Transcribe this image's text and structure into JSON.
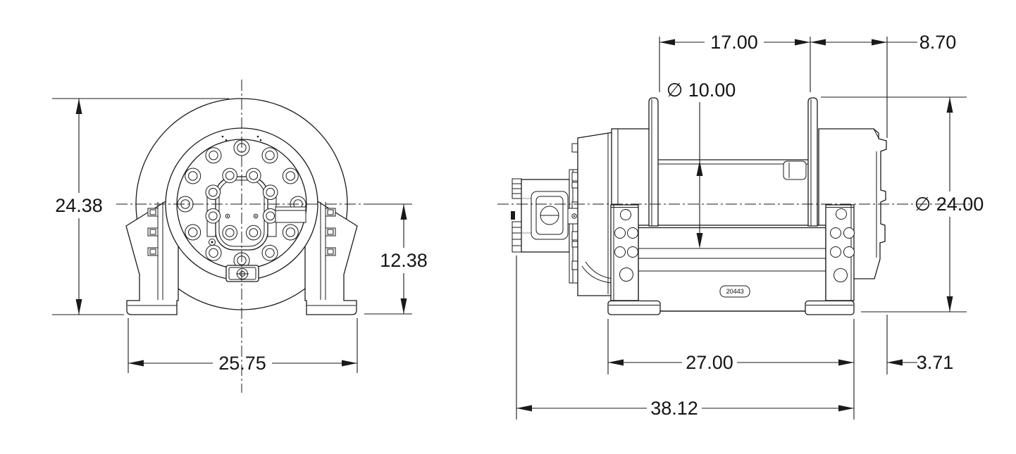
{
  "drawing": {
    "type": "winch-dimension-drawing",
    "background": "#ffffff",
    "line_color": "#1a1a1a",
    "front_view": {
      "name": "front-end-view",
      "dims": {
        "overall_height": "24.38",
        "centerline_to_base": "12.38",
        "mounting_width": "25.75"
      }
    },
    "side_view": {
      "name": "side-view",
      "dims": {
        "drum_length": "17.00",
        "motor_end_length": "8.70",
        "drum_barrel_diameter": "∅ 10.00",
        "drum_flange_diameter": "∅ 24.00",
        "frame_length": "27.00",
        "flange_overhang": "3.71",
        "overall_length": "38.12"
      },
      "serial_plate": "20443"
    }
  }
}
